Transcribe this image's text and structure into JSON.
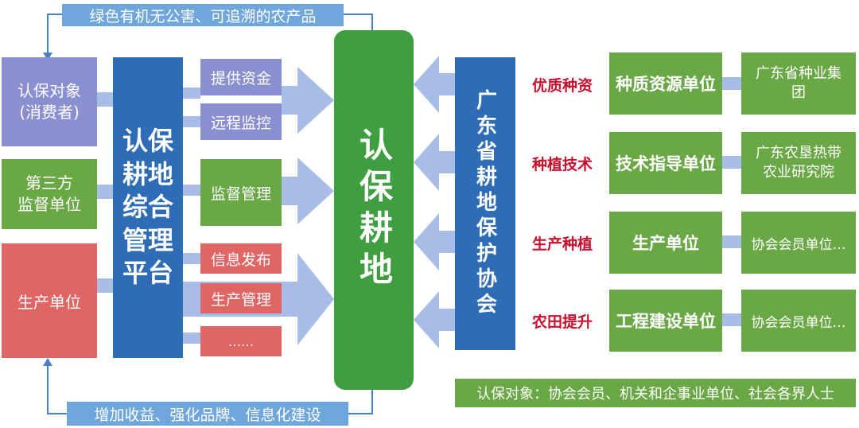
{
  "top_note": "绿色有机无公害、可追溯的农产品",
  "bottom_note": "增加收益、强化品牌、信息化建设",
  "left_entities": [
    {
      "label": "认保对象\n(消费者)"
    },
    {
      "label": "第三方\n监督单位"
    },
    {
      "label": "生产单位"
    }
  ],
  "platform": "认保耕地综合管理平台",
  "platform_lines": [
    "认保",
    "耕地",
    "综合",
    "管理",
    "平台"
  ],
  "platform_functions": [
    "提供资金",
    "远程监控",
    "监督管理",
    "信息发布",
    "生产管理",
    "……"
  ],
  "center": "认保耕地",
  "association": "广东省耕地保护协会",
  "categories": [
    "优质种资",
    "种植技术",
    "生产种植",
    "农田提升"
  ],
  "units": [
    "种质资源单位",
    "技术指导单位",
    "生产单位",
    "工程建设单位"
  ],
  "members": [
    "广东省种业集团",
    "广东农垦热带农业研究院",
    "协会会员单位…",
    "协会会员单位…"
  ],
  "footer": "认保对象：协会会员、机关和企事业单位、社会各界人士",
  "colors": {
    "blue": "#2e6db5",
    "green": "#6aa846",
    "red": "#e06565",
    "purple": "#8a8fcf",
    "center_green": "#3f9e3f",
    "category_text": "#c8102e"
  }
}
